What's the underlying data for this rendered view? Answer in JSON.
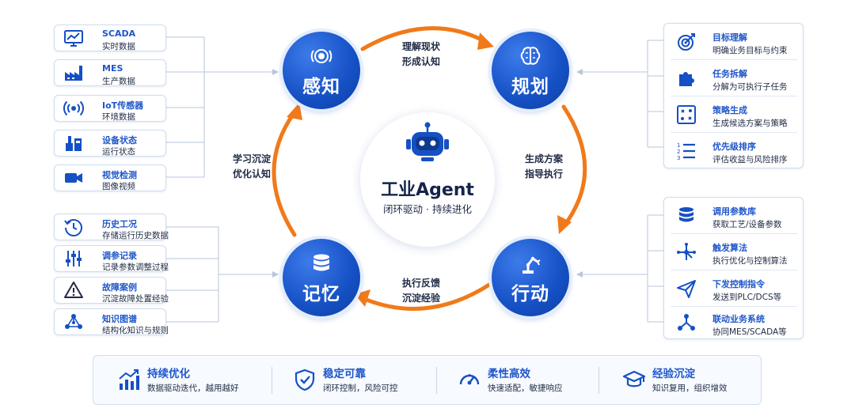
{
  "center": {
    "title": "工业Agent",
    "subtitle": "闭环驱动 · 持续进化"
  },
  "stages": {
    "perceive": "感知",
    "plan": "规划",
    "act": "行动",
    "memory": "记忆"
  },
  "transitions": {
    "top": [
      "理解现状",
      "形成认知"
    ],
    "right": [
      "生成方案",
      "指导执行"
    ],
    "bottom": [
      "执行反馈",
      "沉淀经验"
    ],
    "left": [
      "学习沉淀",
      "优化认知"
    ]
  },
  "perceive_inputs": [
    {
      "title": "SCADA",
      "desc": "实时数据",
      "icon": "monitor-chart-icon"
    },
    {
      "title": "MES",
      "desc": "生产数据",
      "icon": "factory-icon"
    },
    {
      "title": "IoT传感器",
      "desc": "环境数据",
      "icon": "sensor-signal-icon"
    },
    {
      "title": "设备状态",
      "desc": "运行状态",
      "icon": "equipment-icon"
    },
    {
      "title": "视觉检测",
      "desc": "图像视频",
      "icon": "camera-icon"
    }
  ],
  "memory_inputs": [
    {
      "title": "历史工况",
      "desc": "存储运行历史数据",
      "icon": "history-icon"
    },
    {
      "title": "调参记录",
      "desc": "记录参数调整过程",
      "icon": "sliders-icon"
    },
    {
      "title": "故障案例",
      "desc": "沉淀故障处置经验",
      "icon": "warning-icon"
    },
    {
      "title": "知识图谱",
      "desc": "结构化知识与规则",
      "icon": "graph-icon"
    }
  ],
  "plan_items": [
    {
      "title": "目标理解",
      "desc": "明确业务目标与约束",
      "icon": "target-icon"
    },
    {
      "title": "任务拆解",
      "desc": "分解为可执行子任务",
      "icon": "puzzle-icon"
    },
    {
      "title": "策略生成",
      "desc": "生成候选方案与策略",
      "icon": "strategy-icon"
    },
    {
      "title": "优先级排序",
      "desc": "评估收益与风险排序",
      "icon": "ordered-list-icon"
    }
  ],
  "act_items": [
    {
      "title": "调用参数库",
      "desc": "获取工艺/设备参数",
      "icon": "database-icon"
    },
    {
      "title": "触发算法",
      "desc": "执行优化与控制算法",
      "icon": "algorithm-icon"
    },
    {
      "title": "下发控制指令",
      "desc": "发送到PLC/DCS等",
      "icon": "send-icon"
    },
    {
      "title": "联动业务系统",
      "desc": "协同MES/SCADA等",
      "icon": "network-icon"
    }
  ],
  "benefits": [
    {
      "title": "持续优化",
      "desc": "数据驱动迭代，越用越好",
      "icon": "bar-trend-icon"
    },
    {
      "title": "稳定可靠",
      "desc": "闭环控制，风险可控",
      "icon": "shield-check-icon"
    },
    {
      "title": "柔性高效",
      "desc": "快速适配，敏捷响应",
      "icon": "gauge-icon"
    },
    {
      "title": "经验沉淀",
      "desc": "知识复用，组织增效",
      "icon": "graduation-cap-icon"
    }
  ],
  "colors": {
    "primary": "#1550c4",
    "accent": "#f07a1a",
    "text": "#1f2a44",
    "border": "#cfdcf0"
  }
}
